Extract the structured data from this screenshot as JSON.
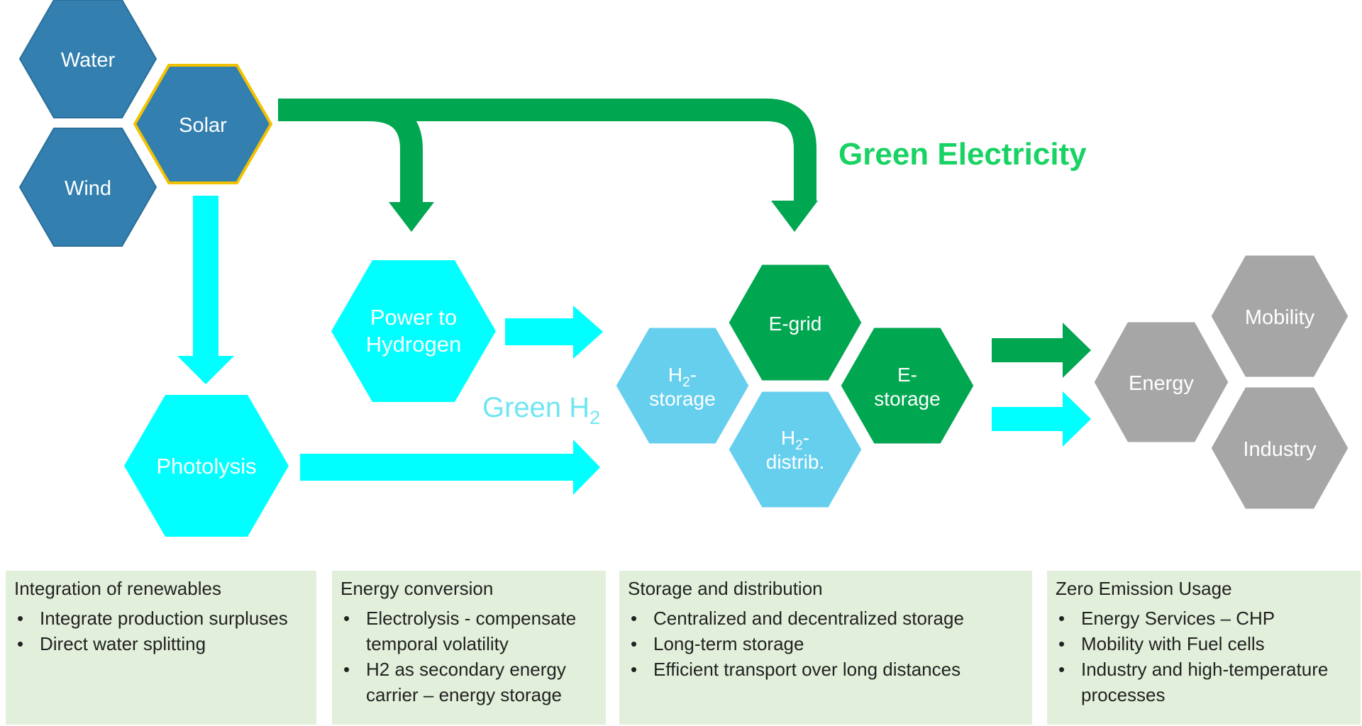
{
  "colors": {
    "dark_blue": "#327fb0",
    "cyan": "#00ffff",
    "light_blue": "#66cfee",
    "green": "#00a650",
    "green_text": "#19d264",
    "light_cyan_text": "#6fe6f2",
    "gray": "#a6a6a6",
    "gold_outline": "#f2c200",
    "panel_bg": "#e2efda"
  },
  "hexagons": {
    "water": "Water",
    "solar": "Solar",
    "wind": "Wind",
    "power_to_hydrogen": [
      "Power to",
      "Hydrogen"
    ],
    "photolysis": "Photolysis",
    "h2_storage": {
      "base": "H",
      "sub": "2",
      "suffix": "-",
      "line2": "storage"
    },
    "e_grid": "E-grid",
    "e_storage": [
      "E-",
      "storage"
    ],
    "h2_distrib": {
      "base": "H",
      "sub": "2",
      "suffix": "-",
      "line2": "distrib."
    },
    "energy": "Energy",
    "mobility": "Mobility",
    "industry": "Industry"
  },
  "labels": {
    "green_electricity": "Green Electricity",
    "green_h2": {
      "base": "Green H",
      "sub": "2"
    }
  },
  "panels": [
    {
      "title": "Integration of renewables",
      "items": [
        "Integrate production surpluses",
        "Direct water splitting"
      ]
    },
    {
      "title": "Energy conversion",
      "items": [
        "Electrolysis - compensate temporal volatility",
        "H2 as secondary energy carrier – energy storage"
      ]
    },
    {
      "title": "Storage and distribution",
      "items": [
        "Centralized and decentralized storage",
        "Long-term storage",
        "Efficient transport over long distances"
      ]
    },
    {
      "title": "Zero Emission Usage",
      "items": [
        "Energy Services – CHP",
        "Mobility with Fuel cells",
        "Industry and high-temperature processes"
      ]
    }
  ]
}
